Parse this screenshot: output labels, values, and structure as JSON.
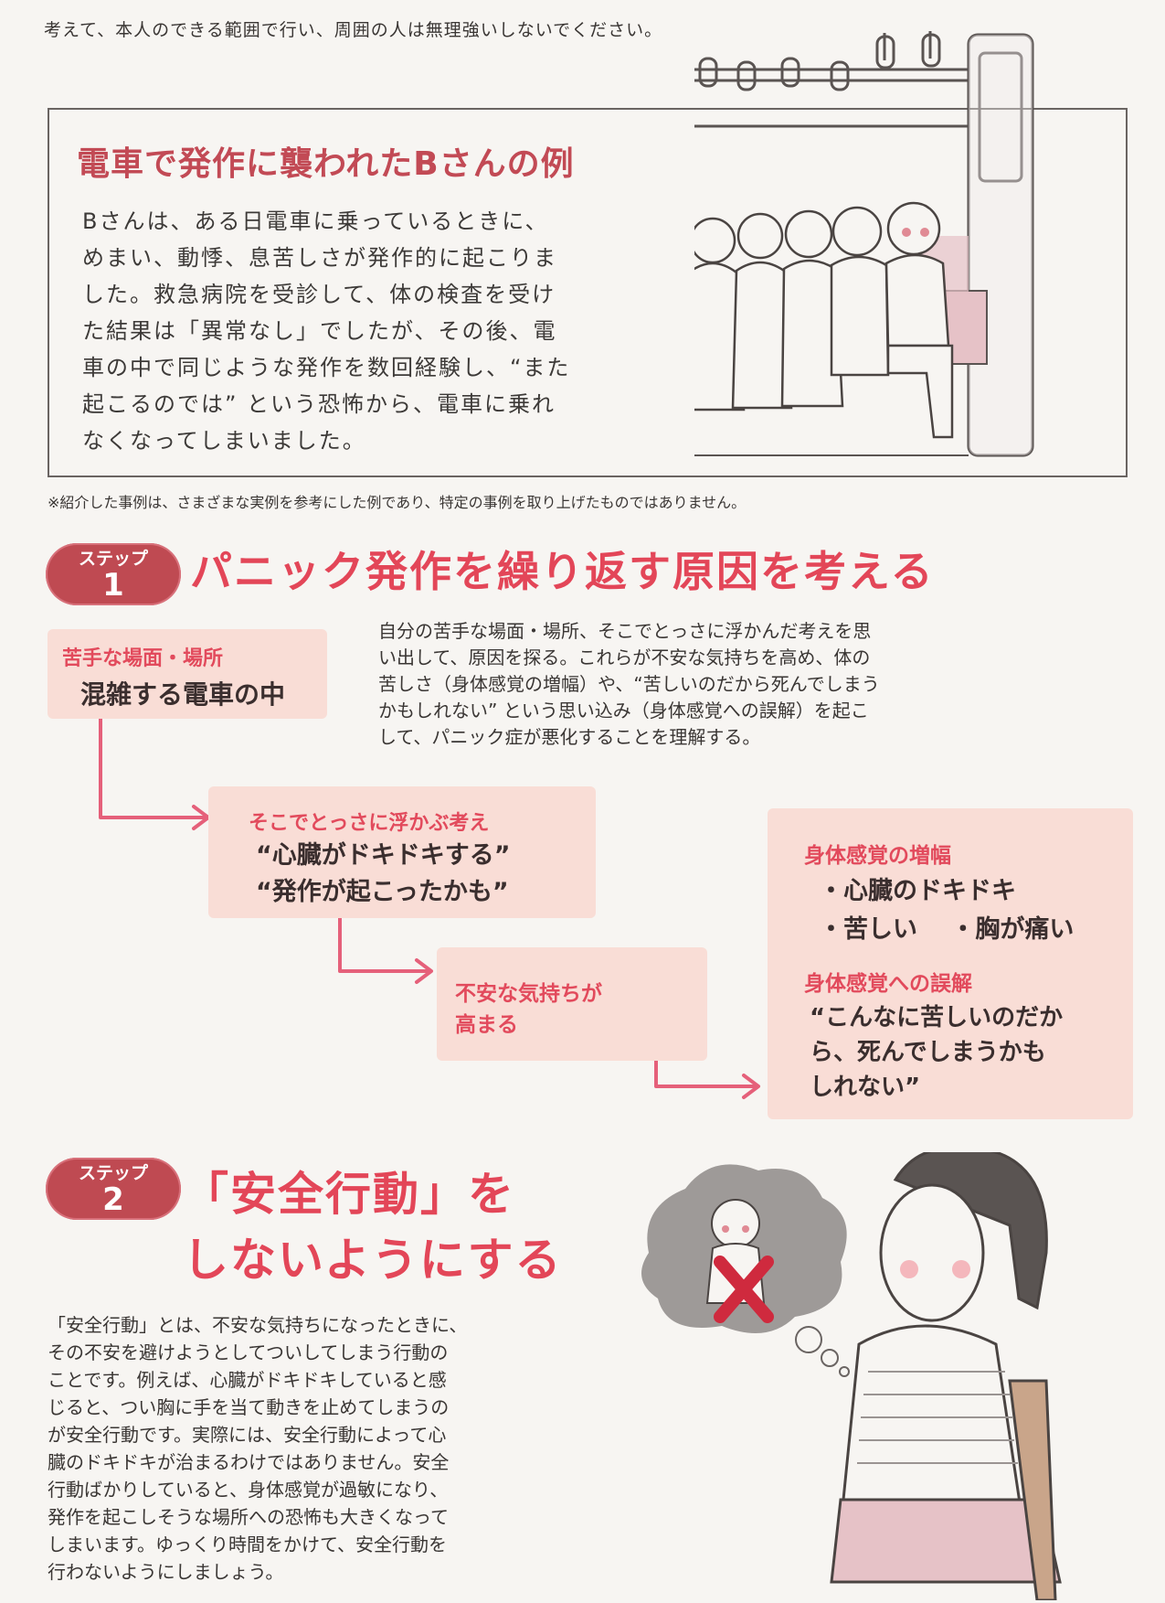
{
  "intro_line": "考えて、本人のできる範囲で行い、周囲の人は無理強いしないでください。",
  "case": {
    "title": "電車で発作に襲われたBさんの例",
    "lines": [
      "Bさんは、ある日電車に乗っているときに、",
      "めまい、動悸、息苦しさが発作的に起こりま",
      "した。救急病院を受診して、体の検査を受け",
      "た結果は「異常なし」でしたが、その後、電",
      "車の中で同じような発作を数回経験し、“また",
      "起こるのでは” という恐怖から、電車に乗れ",
      "なくなってしまいました。"
    ]
  },
  "note": "※紹介した事例は、さまざまな実例を参考にした例であり、特定の事例を取り上げたものではありません。",
  "step1": {
    "badge_label": "ステップ",
    "badge_number": "1",
    "heading": "パニック発作を繰り返す原因を考える",
    "description_lines": [
      "自分の苦手な場面・場所、そこでとっさに浮かんだ考えを思",
      "い出して、原因を探る。これらが不安な気持ちを高め、体の",
      "苦しさ（身体感覚の増幅）や、“苦しいのだから死んでしまう",
      "かもしれない” という思い込み（身体感覚への誤解）を起こ",
      "して、パニック症が悪化することを理解する。"
    ],
    "box_place": {
      "label": "苦手な場面・場所",
      "value": "混雑する電車の中"
    },
    "box_thought": {
      "label": "そこでとっさに浮かぶ考え",
      "quotes": [
        "“心臓がドキドキする”",
        "“発作が起こったかも”"
      ]
    },
    "box_anxiety": {
      "lines": [
        "不安な気持ちが",
        "高まる"
      ]
    },
    "box_body": {
      "amp_label": "身体感覚の増幅",
      "amp_items": [
        "・心臓のドキドキ",
        "・苦しい　 ・胸が痛い"
      ],
      "mis_label": "身体感覚への誤解",
      "mis_lines": [
        "“こんなに苦しいのだか",
        "ら、死んでしまうかも",
        "しれない”"
      ]
    }
  },
  "step2": {
    "badge_label": "ステップ",
    "badge_number": "2",
    "heading_lines": [
      "「安全行動」を",
      "しないようにする"
    ],
    "description_lines": [
      "「安全行動」とは、不安な気持ちになったときに、",
      "その不安を避けようとしてついしてしまう行動の",
      "ことです。例えば、心臓がドキドキしていると感",
      "じると、つい胸に手を当て動きを止めてしまうの",
      "が安全行動です。実際には、安全行動によって心",
      "臓のドキドキが治まるわけではありません。安全",
      "行動ばかりしていると、身体感覚が過敏になり、",
      "発作を起こしそうな場所への恐怖も大きくなって",
      "しまいます。ゆっくり時間をかけて、安全行動を",
      "行わないようにしましょう。"
    ]
  },
  "colors": {
    "accent_pink": "#e34658",
    "badge": "#bf4a52",
    "box_fill": "#f9ddd6",
    "arrow": "#e5607a"
  },
  "icons": [
    "train-passengers-illustration",
    "woman-sitting-illustration",
    "thought-bubble-icon",
    "cross-mark-icon"
  ]
}
